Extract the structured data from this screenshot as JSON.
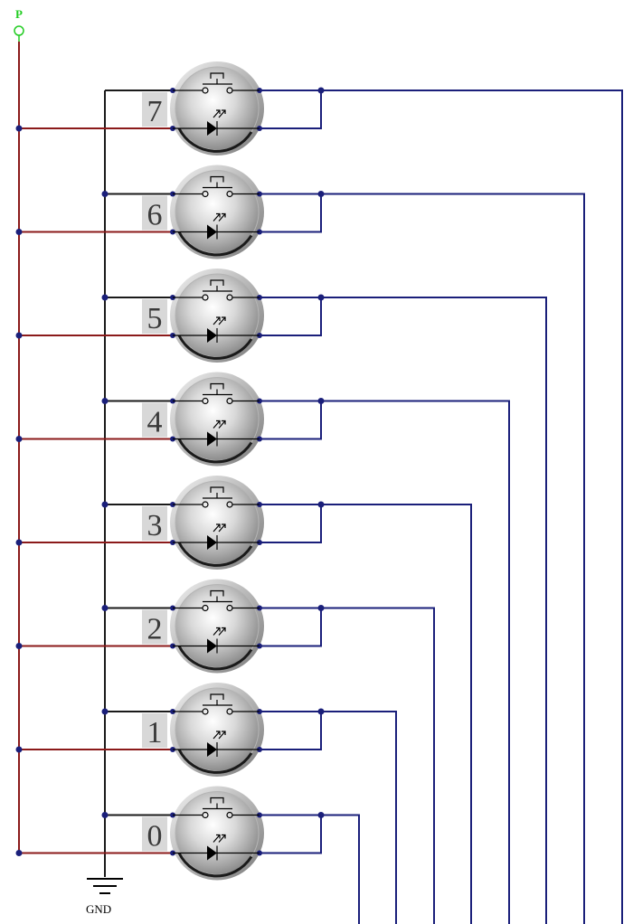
{
  "power": {
    "label": "P",
    "color": "#22cc22"
  },
  "ground": {
    "label": "GND"
  },
  "buttons": [
    {
      "label": "7"
    },
    {
      "label": "6"
    },
    {
      "label": "5"
    },
    {
      "label": "4"
    },
    {
      "label": "3"
    },
    {
      "label": "2"
    },
    {
      "label": "1"
    },
    {
      "label": "0"
    }
  ],
  "colors": {
    "power_wire": "#8b1a1a",
    "ground_wire": "#1a1a1a",
    "signal_wire": "#1a1f7a"
  }
}
